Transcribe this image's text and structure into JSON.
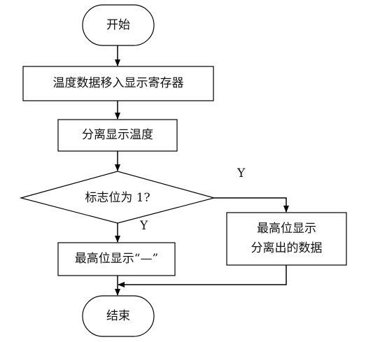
{
  "flowchart": {
    "nodes": {
      "start": "开始",
      "move_temp": "温度数据移入显示寄存器",
      "separate_temp": "分离显示温度",
      "decision": "标志位为 1?",
      "highest_dash": "最高位显示“—”",
      "highest_sep_line1": "最高位显示",
      "highest_sep_line2": "分离出的数据",
      "end": "结束"
    },
    "edge_labels": {
      "yes_right": "Y",
      "yes_down": "Y"
    }
  }
}
